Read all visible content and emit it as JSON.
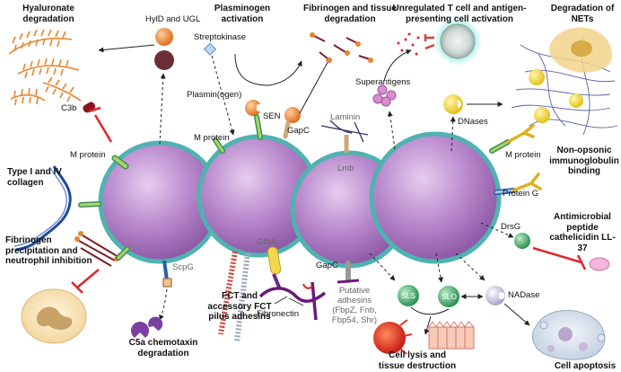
{
  "headings": {
    "hyaluronate": "Hyaluronate degradation",
    "plasminogen": "Plasminogen activation",
    "fibrinogen_tissue": "Fibrinogen and tissue degradation",
    "unregulated": "Unregulated T cell and antigen-presenting cell activation",
    "nets": "Degradation of NETs",
    "collagen": "Type I and IV collagen",
    "nonopsonic": "Non-opsonic immunoglobulin binding",
    "antimicrobial": "Antimicrobial peptide cathelicidin LL-37",
    "fibrinogen_precip": "Fibrinogen precipitation and neutrophil inhibition",
    "fct": "FCT and accessory FCT pilus adhesins",
    "c5a": "C5a chemotaxin degradation",
    "cell_lysis": "Cell lysis and tissue destruction",
    "apoptosis": "Cell apoptosis"
  },
  "labels": {
    "hyld": "HylD and UGL",
    "streptokinase": "Streptokinase",
    "plasmin": "Plasmin(ogen)",
    "sen": "SEN",
    "gapc_top": "GapC",
    "laminin": "Laminin",
    "lmb": "Lmb",
    "superantigens": "Superantigens",
    "dnases": "DNases",
    "c3b": "C3b",
    "mprotein_left": "M protein",
    "mprotein_mid": "M protein",
    "mprotein_right": "M protein",
    "proteing": "Protein G",
    "drsg": "DrsG",
    "scpg": "ScpG",
    "gfba": "GfbA",
    "gapc_bottom": "GapC",
    "fibronectin": "Fibronectin",
    "putative": "Putative adhesins (FbpZ, Fnb, Fbp54, Shr)",
    "sls": "SLS",
    "slo": "SLO",
    "nadase": "NADase"
  },
  "colors": {
    "cell_fill": "#b57fc9",
    "cell_border": "#4fb3b0",
    "inhibit": "#e0262b",
    "orange": "#e8842f",
    "green": "#43a36b"
  }
}
